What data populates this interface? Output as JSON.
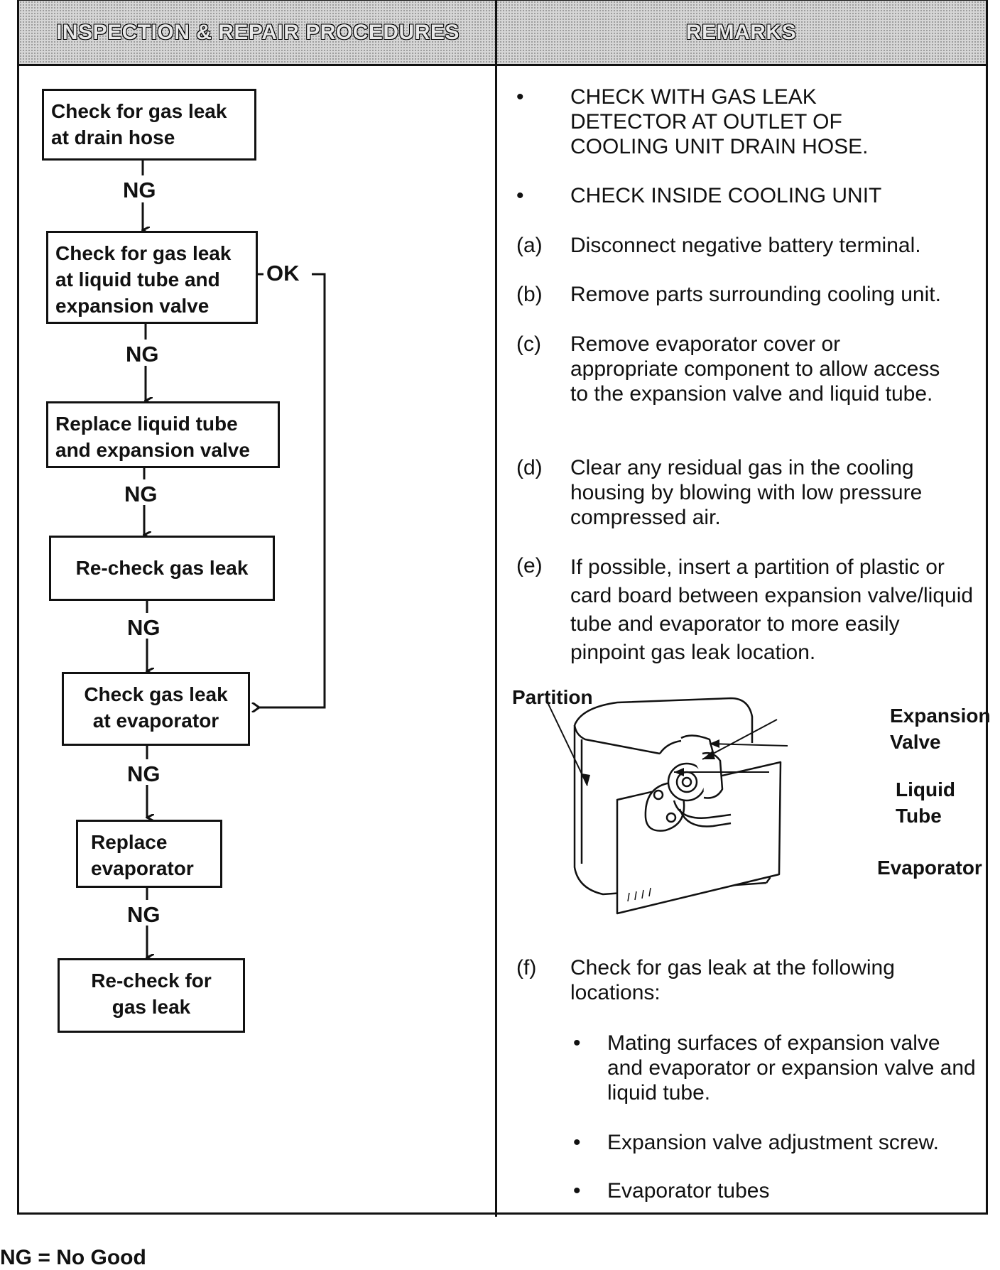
{
  "header": {
    "left": "INSPECTION & REPAIR PROCEDURES",
    "right": "REMARKS"
  },
  "flow": {
    "boxes": [
      "Check for gas leak\nat drain hose",
      "Check for gas leak\nat liquid tube and\nexpansion valve",
      "Replace liquid tube\nand expansion valve",
      "Re-check gas leak",
      "Check gas leak\nat evaporator",
      "Replace\nevaporator",
      "Re-check for\ngas leak"
    ],
    "ng": "NG",
    "ok": "OK"
  },
  "remarks": {
    "bullets": [
      "CHECK WITH GAS LEAK DETECTOR AT OUTLET OF COOLING UNIT DRAIN HOSE.",
      "CHECK INSIDE COOLING UNIT"
    ],
    "steps": [
      {
        "marker": "(a)",
        "text": "Disconnect negative battery terminal."
      },
      {
        "marker": "(b)",
        "text": "Remove parts surrounding cooling unit."
      },
      {
        "marker": "(c)",
        "text": "Remove evaporator cover or appropriate component to allow access to the expansion valve and liquid tube."
      },
      {
        "marker": "(d)",
        "text": "Clear any residual gas in the cooling housing by blowing with low pressure compressed air."
      },
      {
        "marker": "(e)",
        "text": "If possible, insert a partition of plastic or card board between expansion valve/liquid tube and evaporator to more easily pinpoint gas leak location."
      },
      {
        "marker": "(f)",
        "text": "Check for gas leak at the following locations:"
      }
    ],
    "sub_bullets": [
      "Mating surfaces of expansion valve and evaporator or expansion valve and liquid tube.",
      "Expansion valve adjustment screw.",
      "Evaporator tubes"
    ]
  },
  "diagram": {
    "partition": "Partition",
    "expansion_valve": "Expansion\nValve",
    "liquid_tube": "Liquid\nTube",
    "evaporator": "Evaporator"
  },
  "legend": "NG = No Good"
}
